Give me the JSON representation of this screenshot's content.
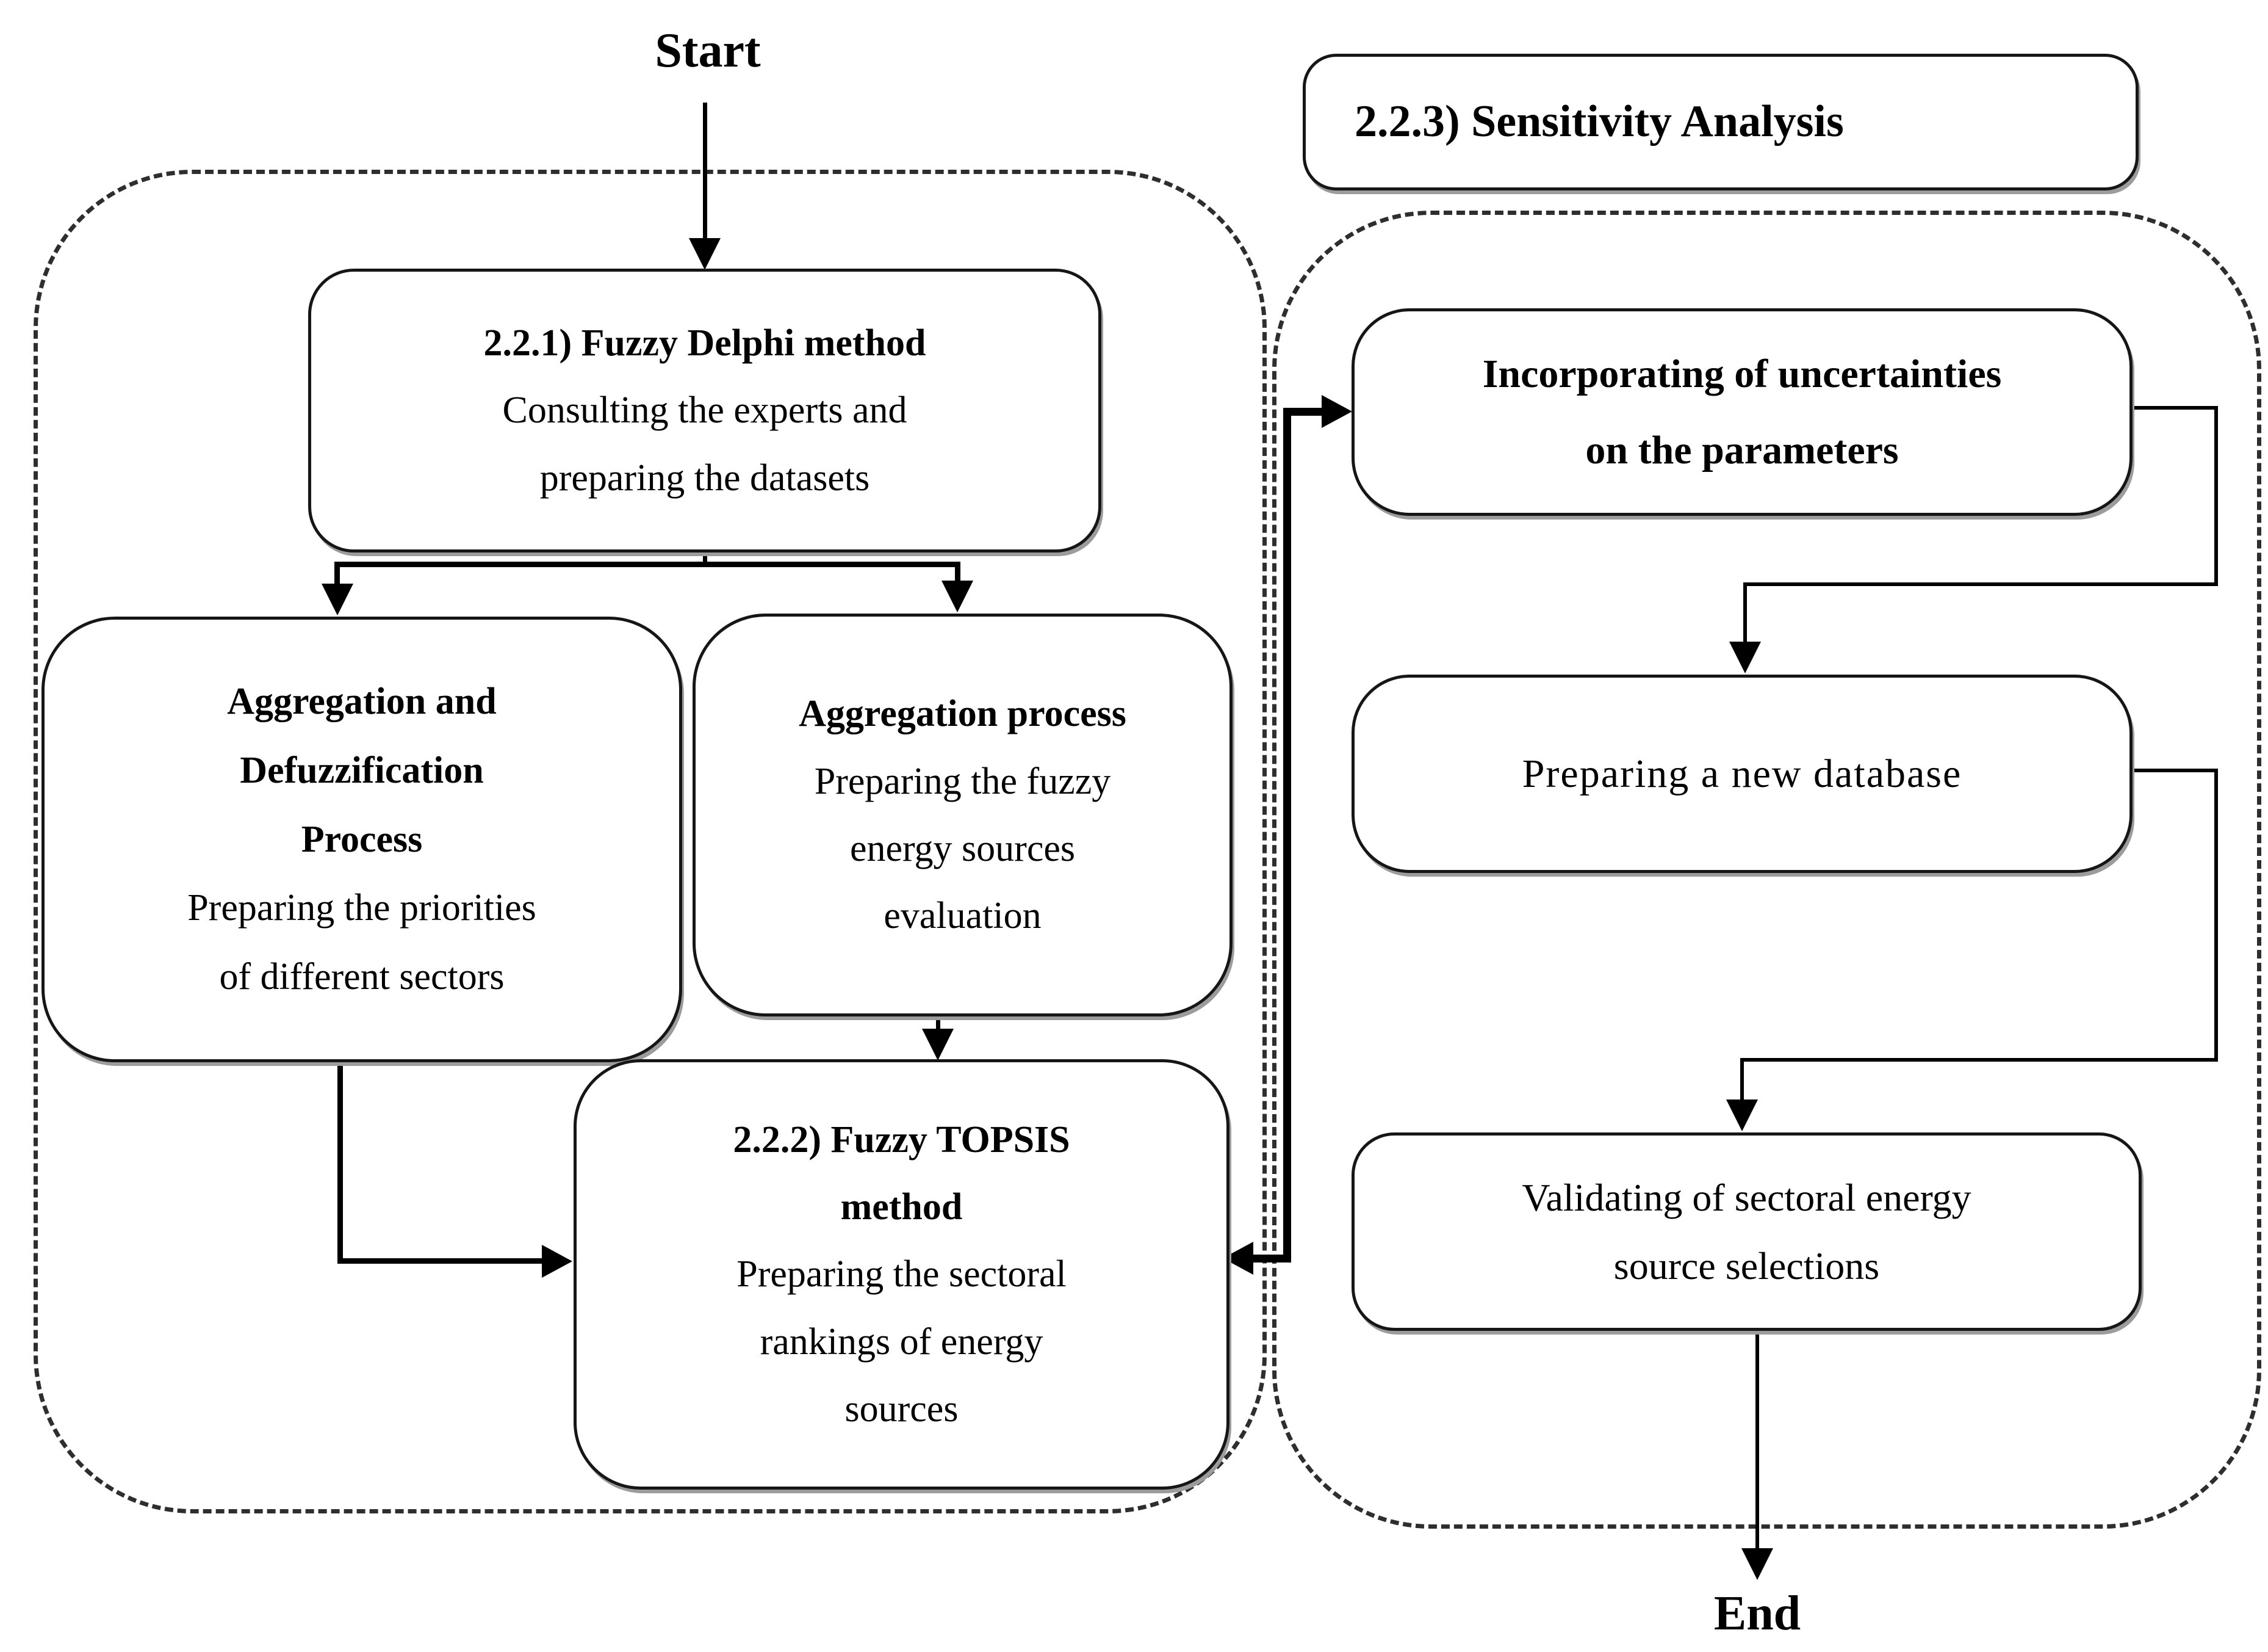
{
  "flow": {
    "start_label": "Start",
    "end_label": "End",
    "delphi": {
      "title": "2.2.1) Fuzzy Delphi method",
      "body1": "Consulting the experts and",
      "body2": "preparing the datasets"
    },
    "agg_defuzz": {
      "title1": "Aggregation and",
      "title2": "Defuzzification",
      "title3": "Process",
      "body1": "Preparing the priorities",
      "body2": "of different sectors"
    },
    "agg_process": {
      "title1": "Aggregation process",
      "body1": "Preparing the fuzzy",
      "body2": "energy sources",
      "body3": "evaluation"
    },
    "topsis": {
      "title1": "2.2.2) Fuzzy TOPSIS",
      "title2": "method",
      "body1": "Preparing the sectoral",
      "body2": "rankings of energy",
      "body3": "sources"
    },
    "sensitivity": {
      "section_title": "2.2.3) Sensitivity Analysis"
    },
    "incorporating": {
      "title1": "Incorporating of uncertainties",
      "title2": "on the parameters"
    },
    "database": {
      "body1": "Preparing a new database"
    },
    "validating": {
      "body1": "Validating of sectoral energy",
      "body2": "source selections"
    }
  },
  "colors": {
    "ink": "#000000",
    "box_border": "#161616",
    "box_shadow": "#9c9c9c",
    "dashed_border": "#2e2e2e",
    "background": "#ffffff"
  }
}
